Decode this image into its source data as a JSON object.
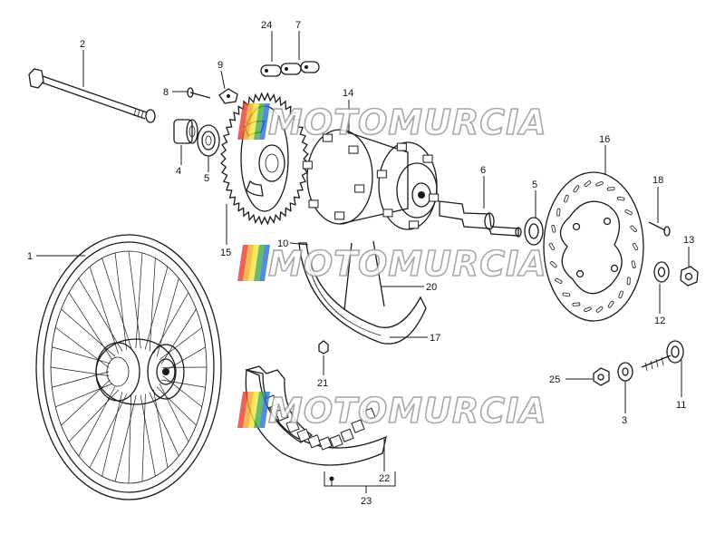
{
  "watermark": {
    "text": "MOTOMURCIA",
    "colors": [
      "#e63b2e",
      "#f5a623",
      "#f7e23b",
      "#3fae49",
      "#2b6fd6"
    ]
  },
  "callouts": [
    {
      "id": "p1",
      "label": "1"
    },
    {
      "id": "p2",
      "label": "2"
    },
    {
      "id": "p3",
      "label": "3"
    },
    {
      "id": "p4",
      "label": "4"
    },
    {
      "id": "p5a",
      "label": "5"
    },
    {
      "id": "p5b",
      "label": "5"
    },
    {
      "id": "p6",
      "label": "6"
    },
    {
      "id": "p7",
      "label": "7"
    },
    {
      "id": "p8",
      "label": "8"
    },
    {
      "id": "p9",
      "label": "9"
    },
    {
      "id": "p10",
      "label": "10"
    },
    {
      "id": "p11",
      "label": "11"
    },
    {
      "id": "p12",
      "label": "12"
    },
    {
      "id": "p13",
      "label": "13"
    },
    {
      "id": "p14",
      "label": "14"
    },
    {
      "id": "p15",
      "label": "15"
    },
    {
      "id": "p16",
      "label": "16"
    },
    {
      "id": "p17",
      "label": "17"
    },
    {
      "id": "p18",
      "label": "18"
    },
    {
      "id": "p20",
      "label": "20"
    },
    {
      "id": "p21",
      "label": "21"
    },
    {
      "id": "p22",
      "label": "22"
    },
    {
      "id": "p23",
      "label": "23"
    },
    {
      "id": "p24",
      "label": "24"
    },
    {
      "id": "p25",
      "label": "25"
    }
  ]
}
